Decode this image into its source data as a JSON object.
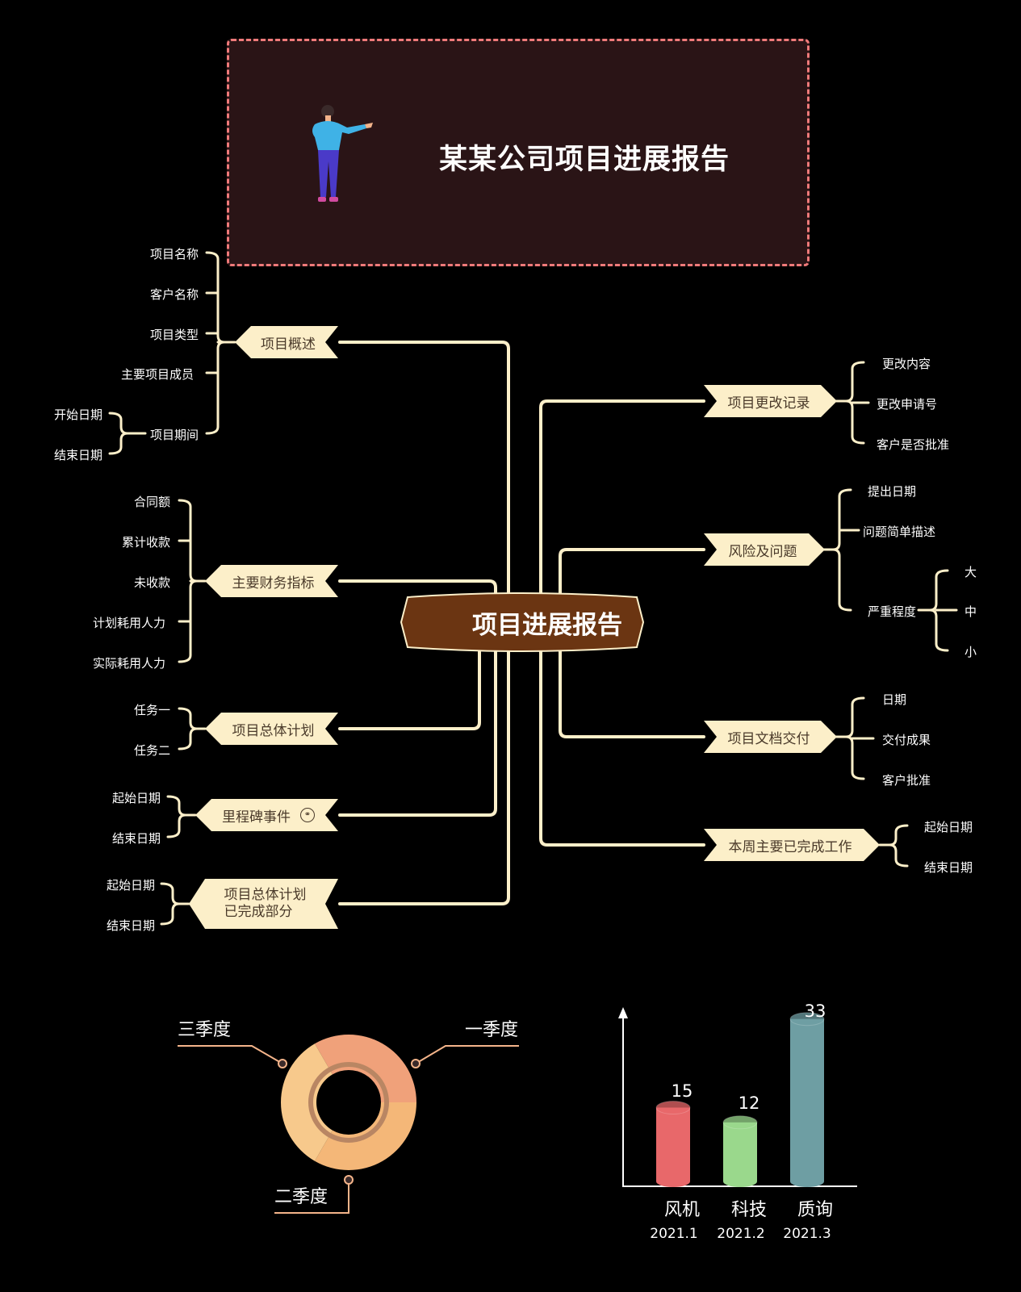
{
  "banner": {
    "title": "某某公司项目进展报告"
  },
  "root": {
    "label": "项目进展报告"
  },
  "left_branches": [
    {
      "label": "项目概述",
      "children": [
        "项目名称",
        "客户名称",
        "项目类型",
        "主要项目成员",
        "项目期间"
      ],
      "sub": {
        "parent": "项目期间",
        "children": [
          "开始日期",
          "结束日期"
        ]
      }
    },
    {
      "label": "主要财务指标",
      "children": [
        "合同额",
        "累计收款",
        "未收款",
        "计划耗用人力",
        "实际耗用人力"
      ]
    },
    {
      "label": "项目总体计划",
      "children": [
        "任务一",
        "任务二"
      ]
    },
    {
      "label": "里程碑事件",
      "children": [
        "起始日期",
        "结束日期"
      ]
    },
    {
      "label_line1": "项目总体计划",
      "label_line2": "已完成部分",
      "children": [
        "起始日期",
        "结束日期"
      ]
    }
  ],
  "right_branches": [
    {
      "label": "项目更改记录",
      "children": [
        "更改内容",
        "更改申请号",
        "客户是否批准"
      ]
    },
    {
      "label": "风险及问题",
      "children": [
        "提出日期",
        "问题简单描述",
        "严重程度"
      ],
      "sub": {
        "parent": "严重程度",
        "children": [
          "大",
          "中",
          "小"
        ]
      }
    },
    {
      "label": "项目文档交付",
      "children": [
        "日期",
        "交付成果",
        "客户批准"
      ]
    },
    {
      "label": "本周主要已完成工作",
      "children": [
        "起始日期",
        "结束日期"
      ]
    }
  ],
  "colors": {
    "line": "#fcefc9",
    "branch_fill": "#fcefc9",
    "root_fill": "#6b3512",
    "banner_border": "#f07a7a"
  },
  "chart_data": [
    {
      "type": "pie",
      "labels": [
        "一季度",
        "二季度",
        "三季度"
      ],
      "colors": [
        "#f0a17a",
        "#f4b778",
        "#f7c98c"
      ]
    },
    {
      "type": "bar",
      "categories": [
        "风机",
        "科技",
        "质询"
      ],
      "sub_labels": [
        "2021.1",
        "2021.2",
        "2021.3"
      ],
      "values": [
        15,
        12,
        33
      ],
      "colors": [
        "#e8686a",
        "#9ad88c",
        "#6e9ea3"
      ]
    }
  ]
}
